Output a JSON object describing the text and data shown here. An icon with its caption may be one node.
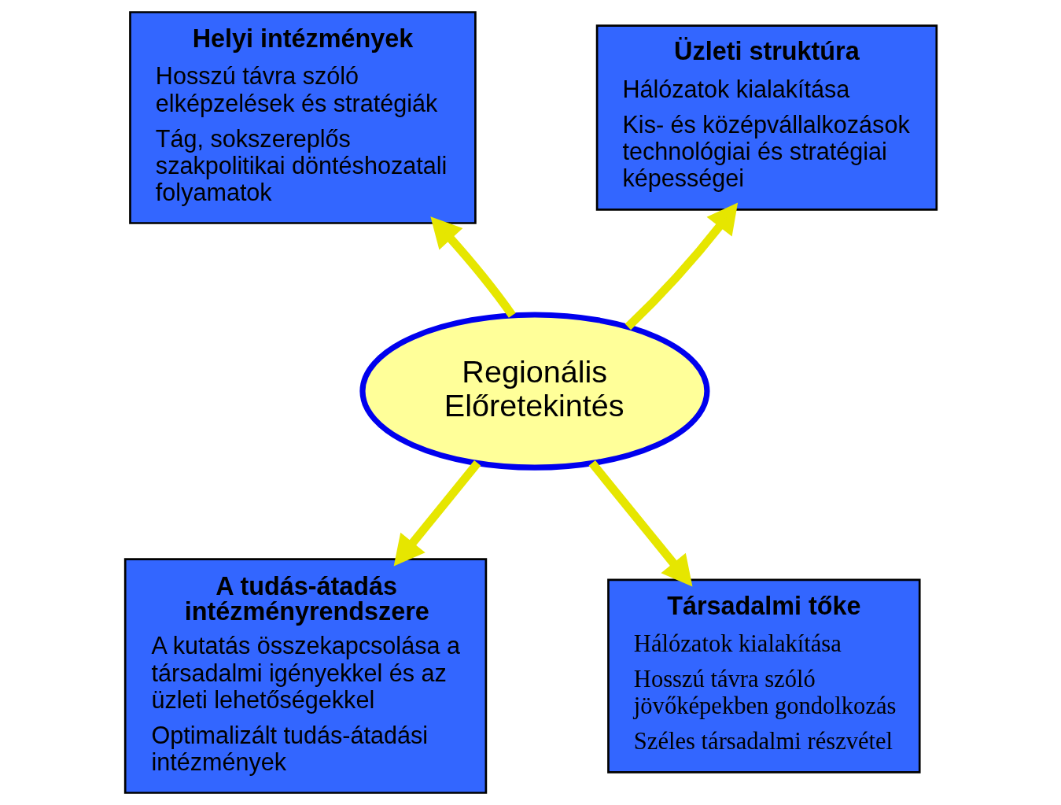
{
  "diagram": {
    "nodes": [
      {
        "text": [
          "Regionális Előretekintés"
        ]
      },
      {
        "text": [
          "Helyi intézmények",
          "Hosszú távra szóló elképzelések és stratégiák",
          "Tág, sokszereplős szakpolitikai döntéshozatali folyamatok"
        ]
      },
      {
        "text": [
          "Üzleti struktúra",
          "Hálózatok kialakítása",
          "Kis- és középvállalkozások technológiai és stratégiai képességei"
        ]
      },
      {
        "text": [
          "A tudás-átadás intézményrendszere",
          "A kutatás összekapcsolása a társadalmi igényekkel és az üzleti lehetőségekkel",
          "Optimalizált tudás-átadási intézmények"
        ]
      },
      {
        "text": [
          "Társadalmi tőke",
          "Hálózatok kialakítása",
          "Hosszú távra szóló jövőképekben gondolkozás",
          "Széles társadalmi részvétel"
        ]
      }
    ],
    "edges": [
      {
        "from": 0,
        "to": 1,
        "arrow": "to"
      },
      {
        "from": 0,
        "to": 2,
        "arrow": "to"
      },
      {
        "from": 0,
        "to": 3,
        "arrow": "to"
      },
      {
        "from": 0,
        "to": 4,
        "arrow": "to"
      }
    ]
  }
}
